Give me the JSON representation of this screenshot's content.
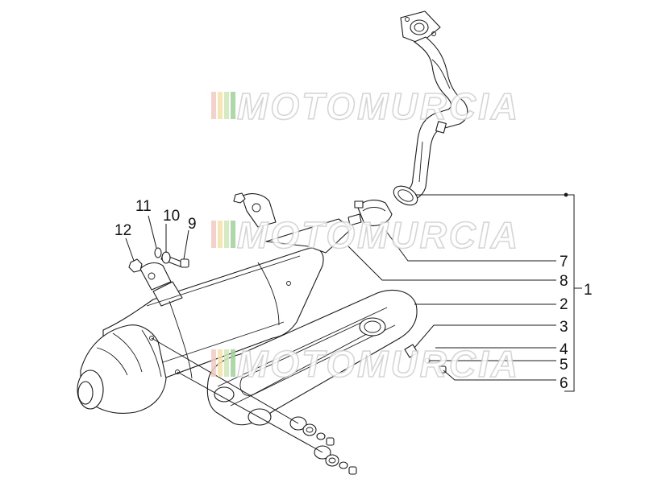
{
  "diagram": {
    "callouts": [
      {
        "id": "1",
        "label": "1"
      },
      {
        "id": "2",
        "label": "2"
      },
      {
        "id": "3",
        "label": "3"
      },
      {
        "id": "4",
        "label": "4"
      },
      {
        "id": "5",
        "label": "5"
      },
      {
        "id": "6",
        "label": "6"
      },
      {
        "id": "7",
        "label": "7"
      },
      {
        "id": "8",
        "label": "8"
      },
      {
        "id": "9",
        "label": "9"
      },
      {
        "id": "10",
        "label": "10"
      },
      {
        "id": "11",
        "label": "11"
      },
      {
        "id": "12",
        "label": "12"
      }
    ]
  },
  "watermark": {
    "text": "MOTOMURCIA",
    "stripe_colors": [
      "#f3c9c4",
      "#f4e2a8",
      "#cfe7b8",
      "#9fd39a"
    ]
  }
}
